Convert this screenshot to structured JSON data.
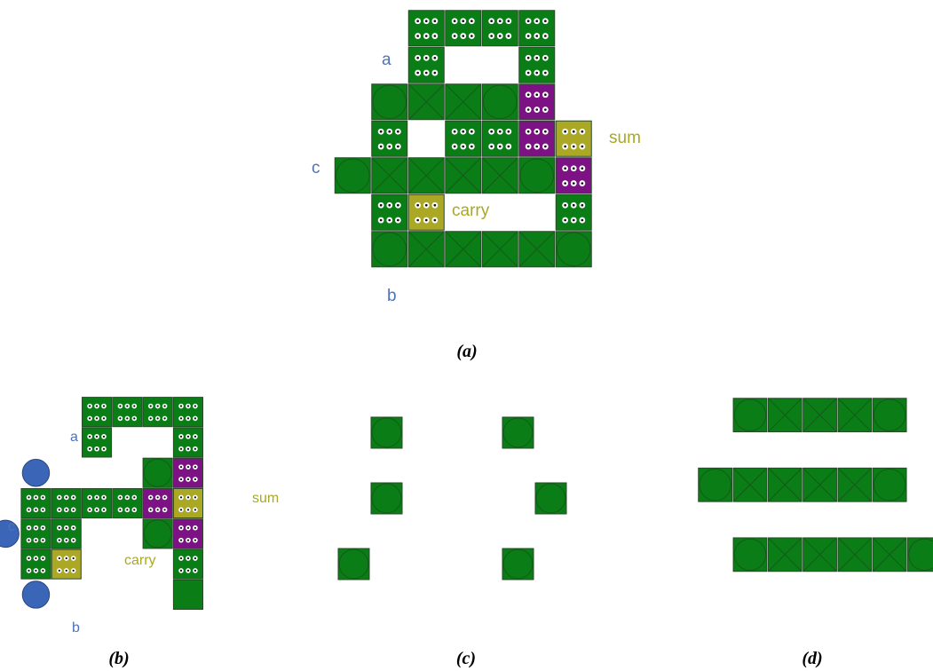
{
  "colors": {
    "green": "#0a7d16",
    "purple": "#7c1284",
    "olive": "#aaa824",
    "blue": "#3b66b8",
    "label_blue": "#4e72b8",
    "label_olive": "#aaa824",
    "border": "#2a4a2a"
  },
  "panels": [
    {
      "id": "a",
      "caption": "(a)",
      "labels": [
        {
          "id": "a",
          "text": "a",
          "color": "label_blue"
        },
        {
          "id": "c",
          "text": "c",
          "color": "label_blue"
        },
        {
          "id": "b",
          "text": "b",
          "color": "label_blue"
        },
        {
          "id": "sum",
          "text": "sum",
          "color": "label_olive"
        },
        {
          "id": "carry",
          "text": "carry",
          "color": "label_olive"
        }
      ],
      "grid": [
        ".....DDDD",
        ".....D..D",
        "....OXXOP",
        "....D.DDpy",
        "...OXXXXOP",
        "....Dy...D",
        "....OXXXXO"
      ]
    },
    {
      "id": "b",
      "caption": "(b)",
      "labels": [
        {
          "id": "a",
          "text": "a",
          "color": "label_blue"
        },
        {
          "id": "c",
          "text": "c",
          "color": "label_blue"
        },
        {
          "id": "b",
          "text": "b",
          "color": "label_blue"
        },
        {
          "id": "sum",
          "text": "sum",
          "color": "label_olive"
        },
        {
          "id": "carry",
          "text": "carry",
          "color": "label_olive"
        }
      ],
      "grid": [
        "...DDDD",
        "...D..D",
        ".B...OP",
        ".DDDDpy",
        "BDD..OP",
        ".Dy...D",
        ".B....S"
      ]
    },
    {
      "id": "c",
      "caption": "(c)",
      "labels": [],
      "grid": [
        ".O...O.",
        ".......",
        ".O....O",
        ".......",
        "O....O."
      ]
    },
    {
      "id": "d",
      "caption": "(d)",
      "labels": [],
      "grid": [
        ".OXXXO",
        "......",
        "OXXXXO",
        "......",
        ".OXXXXO"
      ]
    }
  ]
}
